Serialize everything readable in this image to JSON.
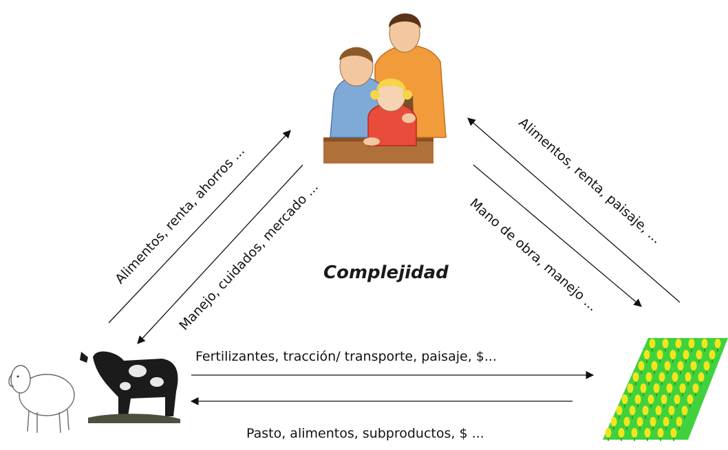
{
  "center": {
    "title": "Complejidad"
  },
  "nodes": {
    "family": {
      "icon": "family-illustration"
    },
    "livestock": {
      "icons": [
        "sheep-illustration",
        "cow-illustration"
      ]
    },
    "crops": {
      "icon": "crop-field-illustration"
    }
  },
  "flows": {
    "livestock_to_family": "Alimentos, renta, ahorros ...",
    "family_to_livestock": "Manejo, cuidados, mercado ...",
    "crops_to_family": "Alimentos, renta, paisaje, ...",
    "family_to_crops": "Mano de obra, manejo ...",
    "livestock_to_crops": "Fertilizantes, tracción/ transporte, paisaje, $...",
    "crops_to_livestock": "Pasto, alimentos, subproductos, $ ..."
  },
  "colors": {
    "arrow": "#111111",
    "field_green": "#3fd23c",
    "grain_yellow": "#f2e51e",
    "shirt_orange": "#f29b3a",
    "shirt_blue": "#7fa9d6",
    "shirt_red": "#e94c3a"
  }
}
